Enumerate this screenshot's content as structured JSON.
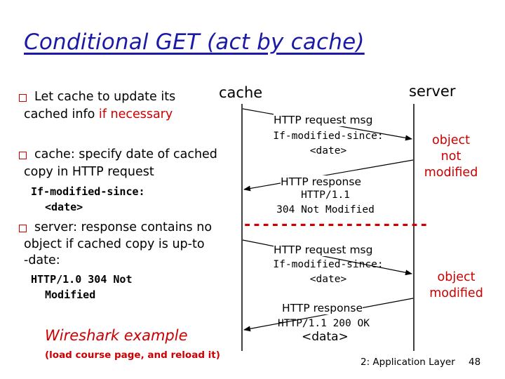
{
  "title": "Conditional GET (act by cache)",
  "bullets": {
    "b1_line1": "Let cache to update its",
    "b1_line2_pre": "cached info ",
    "b1_line2_red": "if necessary",
    "b2_line1": "cache: specify date of cached",
    "b2_line2": "copy in HTTP request",
    "b2_code1": "If-modified-since:",
    "b2_code2": "<date>",
    "b3_line1": "server: response contains no",
    "b3_line2": "object if cached copy is up-to",
    "b3_line3": "-date:",
    "b3_code1": "HTTP/1.0 304 Not",
    "b3_code2": "Modified"
  },
  "wireshark": {
    "title": "Wireshark example",
    "subtitle": "(load course page, and reload it)"
  },
  "diagram": {
    "cache_label": "cache",
    "server_label": "server",
    "req1_title": "HTTP request msg",
    "req1_line1": "If-modified-since:",
    "req1_line2": "<date>",
    "resp1_title": "HTTP response",
    "resp1_line1": "HTTP/1.1",
    "resp1_line2": "304 Not Modified",
    "note1_line1": "object",
    "note1_line2": "not",
    "note1_line3": "modified",
    "divider": "--------------------",
    "req2_title": "HTTP request msg",
    "req2_line1": "If-modified-since:",
    "req2_line2": "<date>",
    "resp2_title": "HTTP response",
    "resp2_line1": "HTTP/1.1 200 OK",
    "resp2_line2": "<data>",
    "note2_line1": "object",
    "note2_line2": "modified"
  },
  "footer": {
    "section": "2: Application Layer",
    "page": "48"
  },
  "colors": {
    "title": "#1a1aa6",
    "accent": "#cc0000",
    "line": "#000000"
  }
}
